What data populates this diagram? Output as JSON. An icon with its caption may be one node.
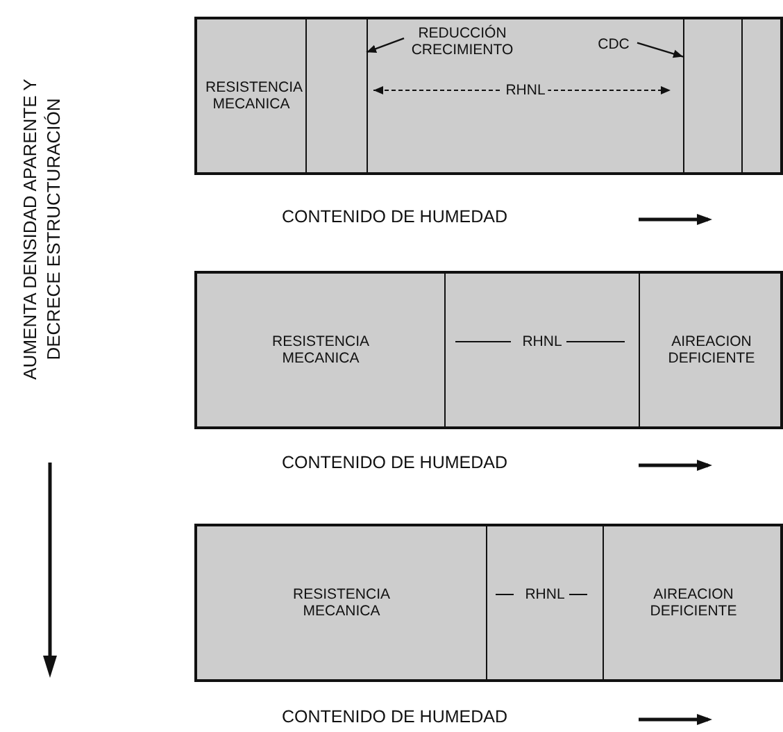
{
  "diagram": {
    "nodes": [
      {
        "text": [],
        "shape": "bar"
      },
      {
        "text": [
          "RESISTENCIA MECANICA"
        ],
        "in": 0
      },
      {
        "text": [],
        "shape": "box",
        "in": 0
      },
      {
        "text": [
          "RHNL"
        ],
        "in": 0
      },
      {
        "text": [
          "REDUCCIÓN CRECIMIENTO"
        ],
        "in": 3
      },
      {
        "text": [
          "CDC"
        ],
        "in": 3
      },
      {
        "text": [],
        "shape": "box",
        "in": 0
      },
      {
        "text": [],
        "shape": "box",
        "in": 0
      },
      {
        "text": [],
        "shape": "bar"
      },
      {
        "text": [
          "RESISTENCIA MECANICA"
        ],
        "in": 8
      },
      {
        "text": [
          "RHNL"
        ],
        "in": 8
      },
      {
        "text": [
          "AIREACION DEFICIENTE"
        ],
        "in": 8
      },
      {
        "text": [],
        "shape": "bar"
      },
      {
        "text": [
          "RESISTENCIA MECANICA"
        ],
        "in": 12
      },
      {
        "text": [
          "RHNL"
        ],
        "in": 12
      },
      {
        "text": [
          "AIREACION DEFICIENTE"
        ],
        "in": 12
      }
    ],
    "edges": [
      {
        "from": 4,
        "to": 2,
        "arrow": "to"
      },
      {
        "from": 5,
        "to": 6,
        "arrow": "to"
      }
    ],
    "labels": [
      "AUMENTA DENSIDAD APARENTE Y DECRECE ESTRUCTURACIÓN",
      "CONTENIDO DE HUMEDAD",
      "CONTENIDO DE HUMEDAD",
      "CONTENIDO DE HUMEDAD"
    ]
  }
}
